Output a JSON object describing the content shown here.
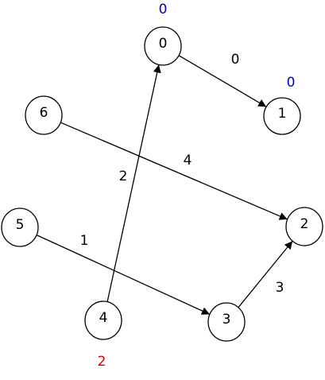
{
  "graph": {
    "nodes": [
      {
        "id": "0",
        "label": "0"
      },
      {
        "id": "1",
        "label": "1"
      },
      {
        "id": "2",
        "label": "2"
      },
      {
        "id": "3",
        "label": "3"
      },
      {
        "id": "4",
        "label": "4"
      },
      {
        "id": "5",
        "label": "5"
      },
      {
        "id": "6",
        "label": "6"
      }
    ],
    "edges": [
      {
        "from": "0",
        "to": "1",
        "label": "0"
      },
      {
        "from": "6",
        "to": "2",
        "label": "4"
      },
      {
        "from": "4",
        "to": "0",
        "label": "2"
      },
      {
        "from": "5",
        "to": "3",
        "label": "1"
      },
      {
        "from": "3",
        "to": "2",
        "label": "3"
      }
    ],
    "annotations": [
      {
        "node": "0",
        "text": "0",
        "color": "#0000cc"
      },
      {
        "node": "1",
        "text": "0",
        "color": "#0000cc"
      },
      {
        "node": "4",
        "text": "2",
        "color": "#dd0000"
      }
    ]
  }
}
